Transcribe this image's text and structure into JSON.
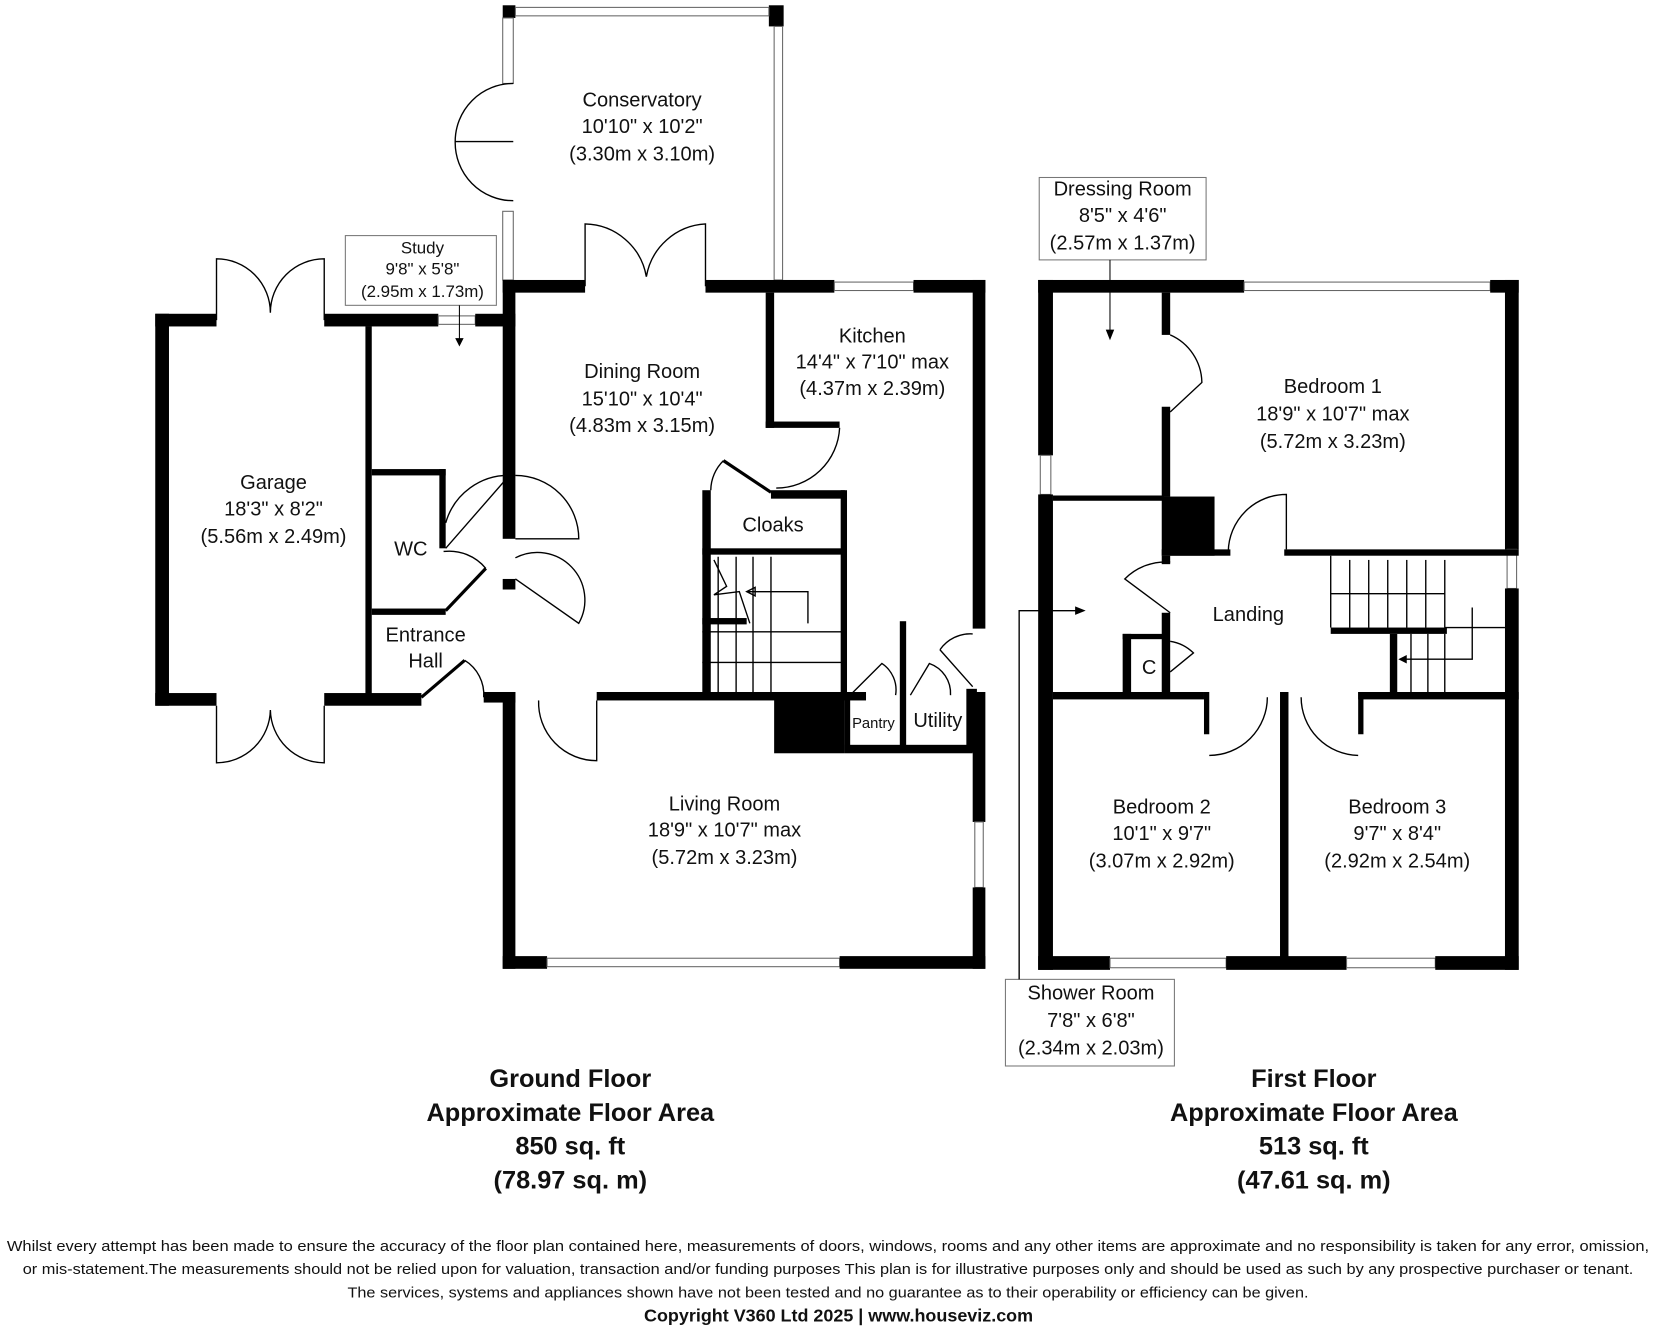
{
  "ground_floor": {
    "rooms": {
      "conservatory": {
        "name": "Conservatory",
        "imperial": "10'10\" x 10'2\"",
        "metric": "(3.30m x 3.10m)"
      },
      "study": {
        "name": "Study",
        "imperial": "9'8\" x 5'8\"",
        "metric": "(2.95m x 1.73m)"
      },
      "garage": {
        "name": "Garage",
        "imperial": "18'3\" x 8'2\"",
        "metric": "(5.56m x 2.49m)"
      },
      "dining": {
        "name": "Dining Room",
        "imperial": "15'10\" x 10'4\"",
        "metric": "(4.83m x 3.15m)"
      },
      "kitchen": {
        "name": "Kitchen",
        "imperial": "14'4\" x 7'10\" max",
        "metric": "(4.37m x 2.39m)"
      },
      "wc": {
        "name": "WC"
      },
      "cloaks": {
        "name": "Cloaks"
      },
      "entrance_line1": "Entrance",
      "entrance_line2": "Hall",
      "pantry": {
        "name": "Pantry"
      },
      "utility": {
        "name": "Utility"
      },
      "living": {
        "name": "Living Room",
        "imperial": "18'9\" x 10'7\" max",
        "metric": "(5.72m x 3.23m)"
      }
    },
    "title": "Ground Floor",
    "subtitle": "Approximate Floor Area",
    "area_sqft": "850 sq. ft",
    "area_sqm": "(78.97 sq. m)"
  },
  "first_floor": {
    "rooms": {
      "dressing": {
        "name": "Dressing Room",
        "imperial": "8'5\" x 4'6\"",
        "metric": "(2.57m x 1.37m)"
      },
      "bedroom1": {
        "name": "Bedroom 1",
        "imperial": "18'9\" x 10'7\" max",
        "metric": "(5.72m x 3.23m)"
      },
      "landing": {
        "name": "Landing"
      },
      "cupboard": {
        "name": "C"
      },
      "bedroom2": {
        "name": "Bedroom 2",
        "imperial": "10'1\" x 9'7\"",
        "metric": "(3.07m x 2.92m)"
      },
      "bedroom3": {
        "name": "Bedroom 3",
        "imperial": "9'7\" x 8'4\"",
        "metric": "(2.92m x 2.54m)"
      },
      "shower": {
        "name": "Shower Room",
        "imperial": "7'8\" x 6'8\"",
        "metric": "(2.34m x 2.03m)"
      }
    },
    "title": "First Floor",
    "subtitle": "Approximate Floor Area",
    "area_sqft": "513 sq. ft",
    "area_sqm": "(47.61 sq. m)"
  },
  "disclaimer": {
    "line1": "Whilst every attempt has been made to ensure the accuracy of the floor plan contained here, measurements of doors, windows, rooms and any other items are approximate and no responsibility is taken for any error, omission,",
    "line2": "or mis-statement.The measurements should not be relied upon for valuation, transaction and/or funding purposes This plan is for illustrative purposes only and should be used as such by any prospective purchaser or tenant.",
    "line3": "The services, systems and appliances shown have not been tested and no guarantee as to their operability or efficiency can be given."
  },
  "copyright": "Copyright V360 Ltd 2025 | www.houseviz.com"
}
